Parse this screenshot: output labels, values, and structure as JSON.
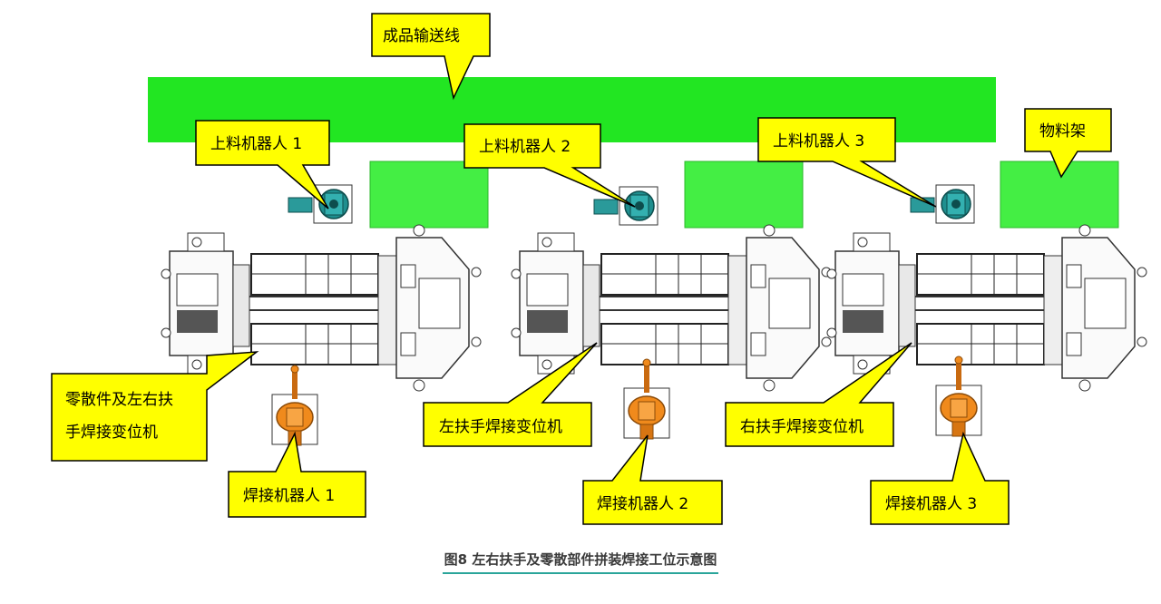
{
  "labels": {
    "conveyor": "成品输送线",
    "rack": "物料架",
    "loader_1": "上料机器人 1",
    "loader_2": "上料机器人 2",
    "loader_3": "上料机器人 3",
    "positioner_1_line1": "零散件及左右扶",
    "positioner_1_line2": "手焊接变位机",
    "positioner_2": "左扶手焊接变位机",
    "positioner_3": "右扶手焊接变位机",
    "welder_1": "焊接机器人 1",
    "welder_2": "焊接机器人 2",
    "welder_3": "焊接机器人 3"
  },
  "caption": "图8  左右扶手及零散部件拼装焊接工位示意图",
  "colors": {
    "conveyor": "#22e622",
    "rack": "#44ee44",
    "callout": "#ffff00",
    "loader_robot": "#1f8f8f",
    "welding_robot": "#f08a1c",
    "caption_underline": "#2aa59a"
  }
}
